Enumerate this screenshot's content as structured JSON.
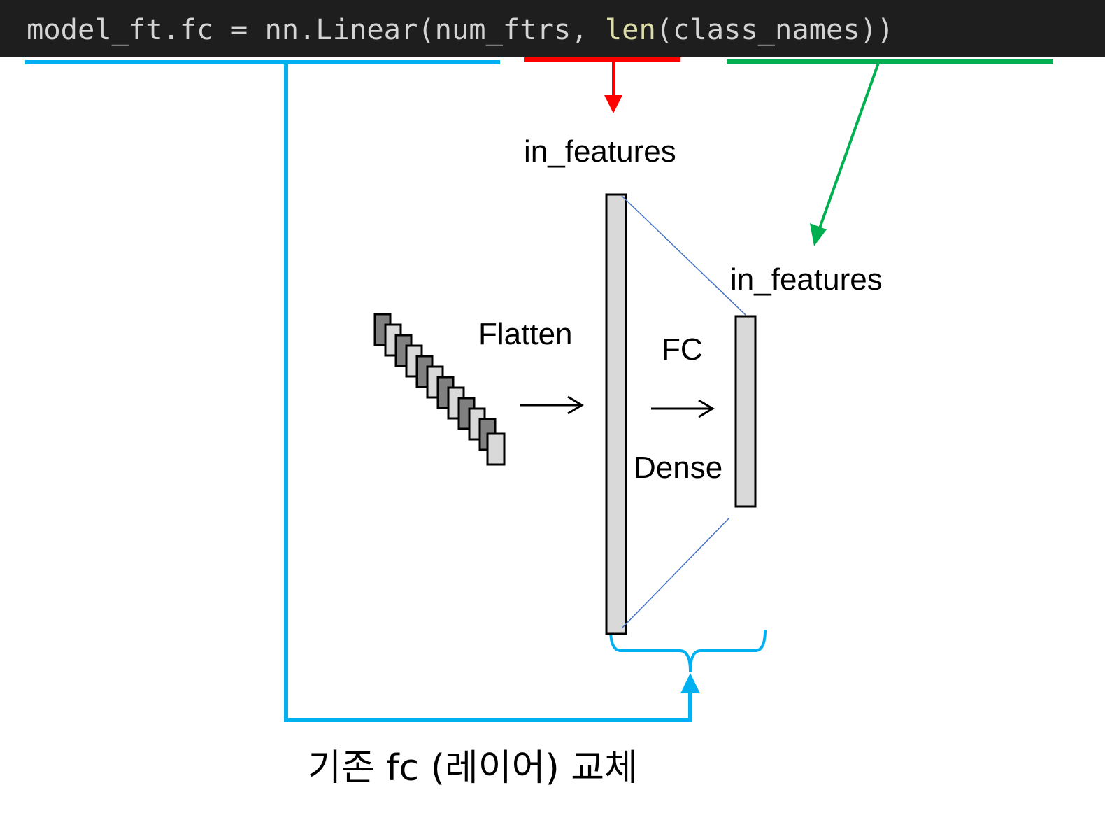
{
  "code": {
    "part_model": "model_ft.fc",
    "part_eq": " = ",
    "part_linear": "nn.Linear(",
    "part_num": "num_ftrs",
    "part_comma": ", ",
    "part_len": "len",
    "part_class": "(class_names))"
  },
  "labels": {
    "in_features_top": "in_features",
    "in_features_right": "in_features",
    "flatten": "Flatten",
    "fc": "FC",
    "dense": "Dense",
    "caption": "기존 fc (레이어) 교체"
  },
  "colors": {
    "code_background": "#1e1e1e",
    "code_text": "#d4d4d4",
    "code_function": "#dcdcaa",
    "model_underline": "#00b0f0",
    "num_ftrs_underline": "#ff0000",
    "class_names_underline": "#00b050",
    "layer_fill": "#d9d9d9",
    "feature_map_dark": "#808080",
    "feature_map_light": "#d9d9d9",
    "connection_line": "#4472c4"
  }
}
